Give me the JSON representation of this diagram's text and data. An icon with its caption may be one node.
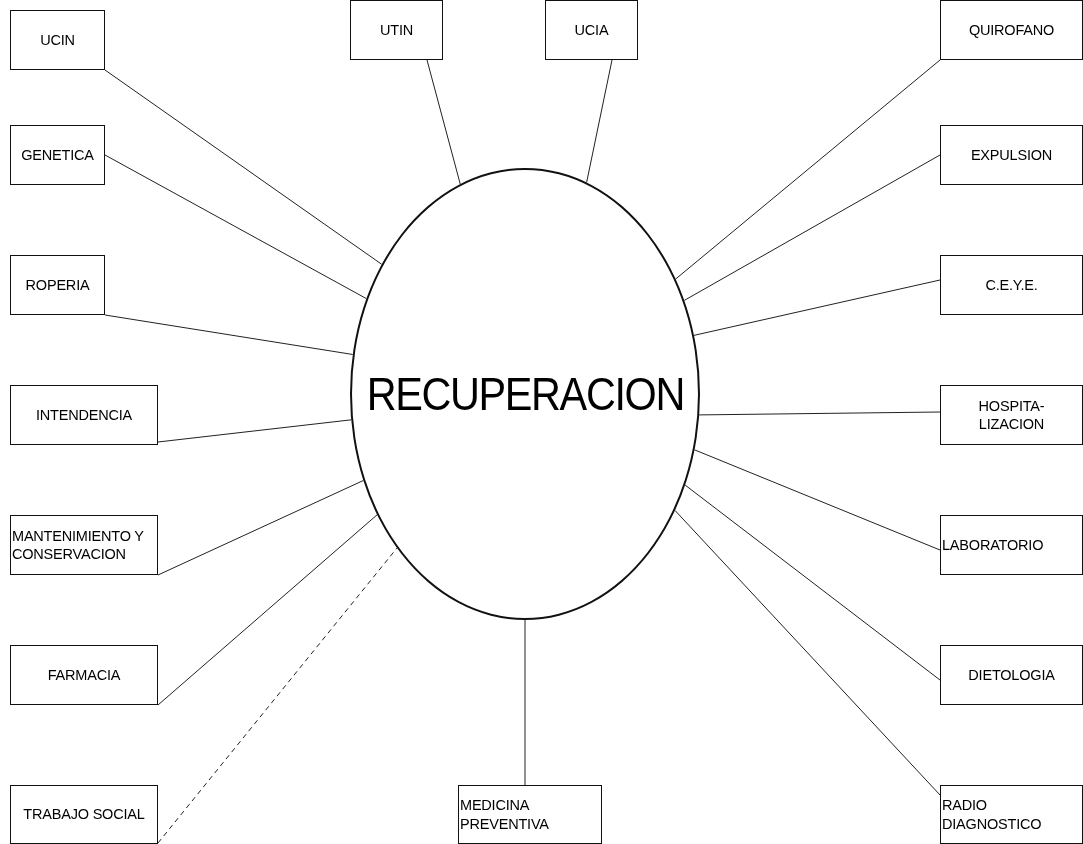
{
  "diagram": {
    "nodes": [
      {
        "text": [
          "RECUPERACION"
        ]
      },
      {
        "text": [
          "UCIN"
        ]
      },
      {
        "text": [
          "UTIN"
        ]
      },
      {
        "text": [
          "UCIA"
        ]
      },
      {
        "text": [
          "QUIROFANO"
        ]
      },
      {
        "text": [
          "GENETICA"
        ]
      },
      {
        "text": [
          "EXPULSION"
        ]
      },
      {
        "text": [
          "ROPERIA"
        ]
      },
      {
        "text": [
          "C.E.Y.E."
        ]
      },
      {
        "text": [
          "INTENDENCIA"
        ]
      },
      {
        "text": [
          "HOSPITA- LIZACION"
        ]
      },
      {
        "text": [
          "MANTENIMIENTO Y CONSERVACION"
        ]
      },
      {
        "text": [
          "LABORATORIO"
        ]
      },
      {
        "text": [
          "FARMACIA"
        ]
      },
      {
        "text": [
          "DIETOLOGIA"
        ]
      },
      {
        "text": [
          "TRABAJO SOCIAL"
        ]
      },
      {
        "text": [
          "MEDICINA PREVENTIVA"
        ]
      },
      {
        "text": [
          "RADIO DIAGNOSTICO"
        ]
      }
    ],
    "edges": [
      {
        "from": 1,
        "to": 0,
        "arrow": "none"
      },
      {
        "from": 2,
        "to": 0,
        "arrow": "none"
      },
      {
        "from": 3,
        "to": 0,
        "arrow": "none"
      },
      {
        "from": 4,
        "to": 0,
        "arrow": "none"
      },
      {
        "from": 5,
        "to": 0,
        "arrow": "none"
      },
      {
        "from": 6,
        "to": 0,
        "arrow": "none"
      },
      {
        "from": 7,
        "to": 0,
        "arrow": "none"
      },
      {
        "from": 8,
        "to": 0,
        "arrow": "none"
      },
      {
        "from": 9,
        "to": 0,
        "arrow": "none"
      },
      {
        "from": 10,
        "to": 0,
        "arrow": "none"
      },
      {
        "from": 11,
        "to": 0,
        "arrow": "none"
      },
      {
        "from": 12,
        "to": 0,
        "arrow": "none"
      },
      {
        "from": 13,
        "to": 0,
        "arrow": "none"
      },
      {
        "from": 14,
        "to": 0,
        "arrow": "none"
      },
      {
        "from": 15,
        "to": 0,
        "arrow": "none",
        "style": "dashed"
      },
      {
        "from": 16,
        "to": 0,
        "arrow": "none"
      },
      {
        "from": 17,
        "to": 0,
        "arrow": "none"
      }
    ]
  }
}
